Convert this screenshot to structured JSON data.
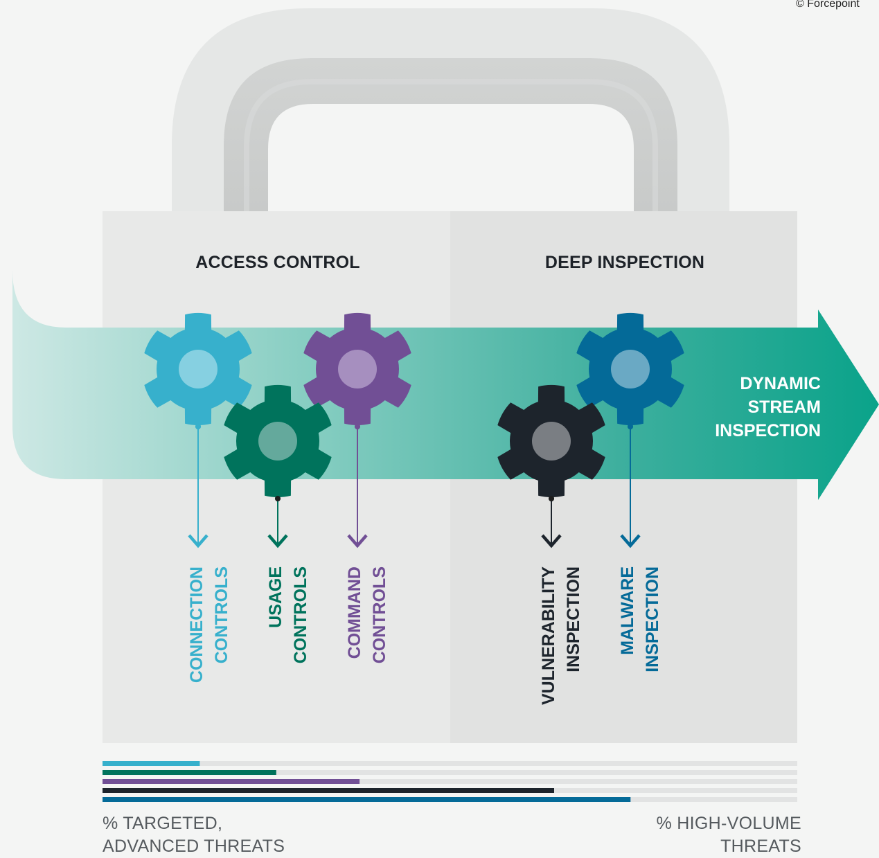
{
  "copyright": "© Forcepoint",
  "sections": {
    "access_control": "ACCESS CONTROL",
    "deep_inspection": "DEEP INSPECTION"
  },
  "stream": {
    "lines": [
      "DYNAMIC",
      "STREAM",
      "INSPECTION"
    ]
  },
  "controls": [
    {
      "lines": [
        "CONNECTION",
        "CONTROLS"
      ],
      "color": "#37b0cc",
      "icon": "gear-icon"
    },
    {
      "lines": [
        "USAGE",
        "CONTROLS"
      ],
      "color": "#00735c",
      "icon": "gear-icon"
    },
    {
      "lines": [
        "COMMAND",
        "CONTROLS"
      ],
      "color": "#714f95",
      "icon": "gear-icon"
    },
    {
      "lines": [
        "VULNERABILITY",
        "INSPECTION"
      ],
      "color": "#1d242c",
      "icon": "gear-icon"
    },
    {
      "lines": [
        "MALWARE",
        "INSPECTION"
      ],
      "color": "#046a98",
      "icon": "gear-icon"
    }
  ],
  "bars": [
    {
      "control": "CONNECTION CONTROLS",
      "fraction": 0.14
    },
    {
      "control": "USAGE CONTROLS",
      "fraction": 0.25
    },
    {
      "control": "COMMAND CONTROLS",
      "fraction": 0.37
    },
    {
      "control": "VULNERABILITY INSPECTION",
      "fraction": 0.65
    },
    {
      "control": "MALWARE INSPECTION",
      "fraction": 0.76
    }
  ],
  "axis": {
    "left": [
      "% TARGETED,",
      "ADVANCED THREATS"
    ],
    "right": [
      "% HIGH-VOLUME",
      "THREATS"
    ]
  },
  "colors": {
    "stream_teal": "#0aa38a",
    "lock_body_left": "#e8e9e8",
    "lock_body_right": "#e1e2e1",
    "shackle": "#d9dbda"
  }
}
